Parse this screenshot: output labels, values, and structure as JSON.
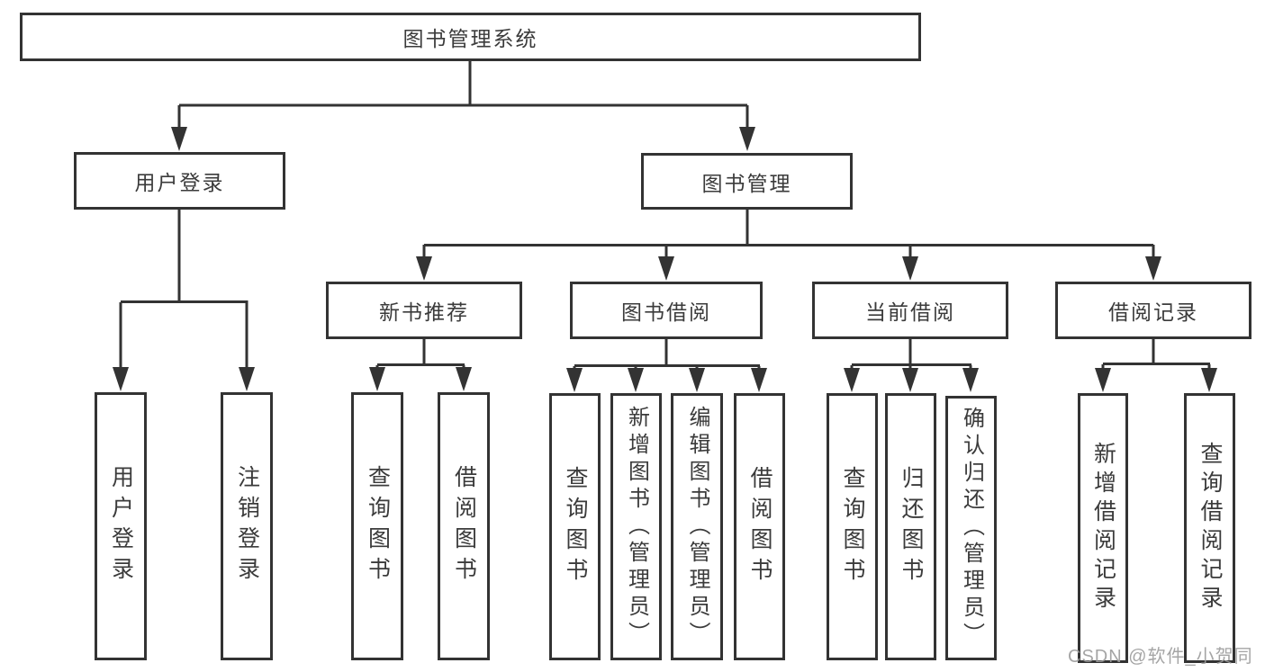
{
  "diagram": {
    "title": "图书管理系统",
    "level2": {
      "user_login": "用户登录",
      "book_mgmt": "图书管理"
    },
    "level3": {
      "new_books": "新书推荐",
      "book_borrow": "图书借阅",
      "current_borrow": "当前借阅",
      "borrow_records": "借阅记录"
    },
    "leaves": {
      "user_login": [
        "用户登录",
        "注销登录"
      ],
      "new_books": [
        "查询图书",
        "借阅图书"
      ],
      "book_borrow": [
        "查询图书",
        "新增图书（管理员）",
        "编辑图书（管理员）",
        "借阅图书"
      ],
      "current_borrow": [
        "查询图书",
        "归还图书",
        "确认归还（管理员）"
      ],
      "borrow_records": [
        "新增借阅记录",
        "查询借阅记录"
      ]
    }
  },
  "watermark": "CSDN @软件_小贺同学",
  "colors": {
    "line": "#333333",
    "text": "#3b3b3b",
    "watermark": "#9c9c9c",
    "background": "#ffffff"
  }
}
